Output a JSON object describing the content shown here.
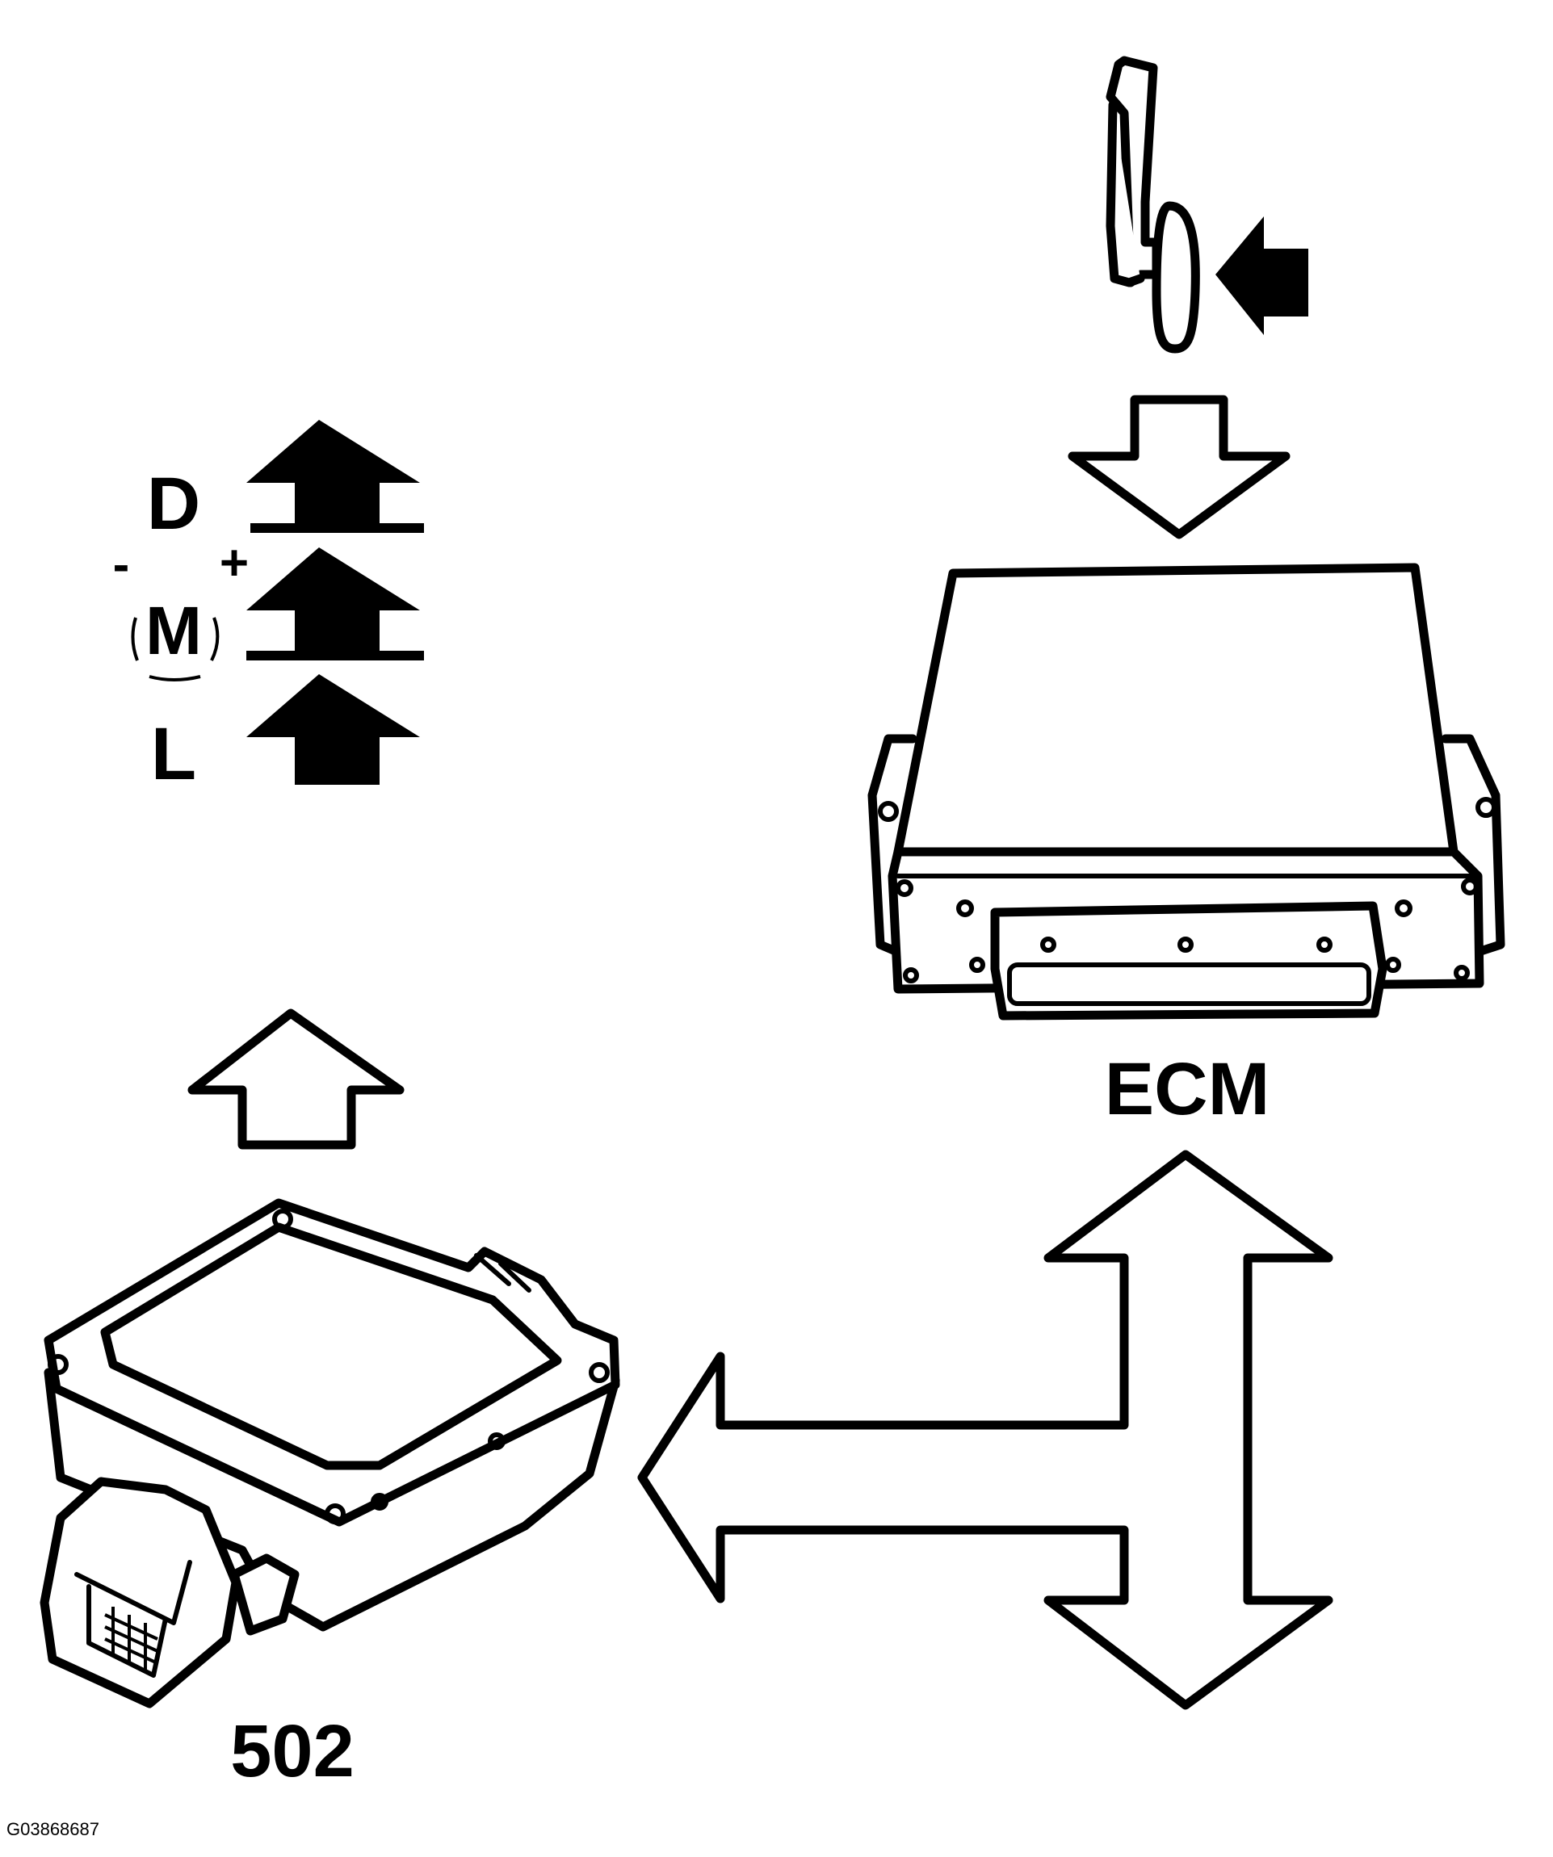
{
  "labels": {
    "ecm": "ECM",
    "module": "502",
    "figure_code": "G03868687"
  },
  "selector_positions": [
    {
      "key": "drive",
      "label": "D"
    },
    {
      "key": "manual",
      "label": "M",
      "minus": "-",
      "plus": "+"
    },
    {
      "key": "low",
      "label": "L"
    }
  ],
  "colors": {
    "line": "#000000",
    "background": "#ffffff"
  },
  "icons": [
    "shift-lever-icon",
    "push-arrow-icon",
    "signal-arrow-icon",
    "bidirectional-bus-arrow-icon"
  ]
}
